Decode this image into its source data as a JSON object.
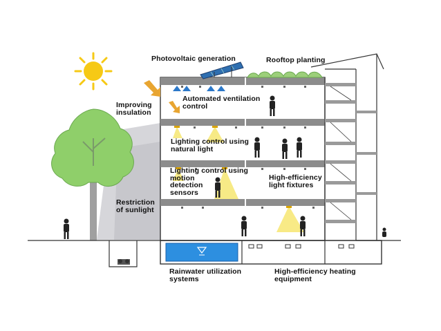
{
  "labels": {
    "photovoltaic": "Photovoltaic generation",
    "rooftop": "Rooftop planting",
    "insulation": "Improving\ninsulation",
    "ventilation": "Automated ventilation\ncontrol",
    "natural_light": "Lighting control using\nnatural light",
    "motion": "Lighting control using\nmotion\ndetection\nsensors",
    "fixtures": "High-efficiency\nlight fixtures",
    "sunlight": "Restriction\nof sunlight",
    "rainwater": "Rainwater utilization\nsystems",
    "heating": "High-efficiency heating\nequipment"
  },
  "colors": {
    "sun": "#f6c915",
    "tree": "#8fcf6a",
    "trunk": "#9a9a9a",
    "slab": "#8c8c8c",
    "light_cone": "#f7e879",
    "water": "#2d8fe0",
    "arrow": "#e8a531",
    "shadow": "#c8c8cc"
  }
}
